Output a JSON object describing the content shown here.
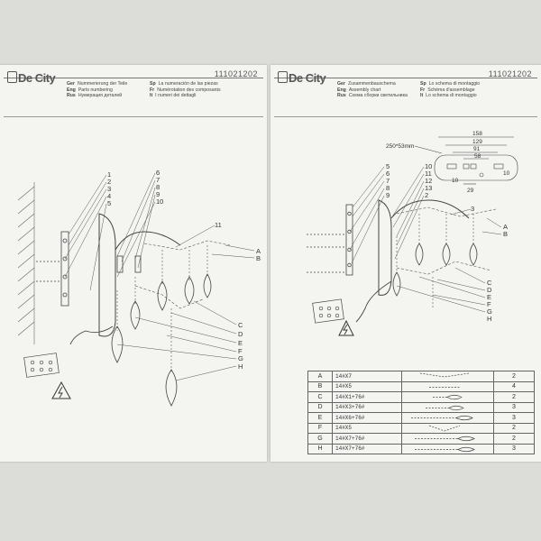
{
  "brand": "De City",
  "doc_number": "111021202",
  "left_sheet": {
    "languages": [
      [
        "Ger",
        "Nummerierung der Teile"
      ],
      [
        "Eng",
        "Parts numbering"
      ],
      [
        "Rus",
        "Нумерация деталей"
      ],
      [
        "Sp",
        "La numeración de las piezas"
      ],
      [
        "Fr",
        "Numérotation des composants"
      ],
      [
        "It",
        "I numeri dei dettagli"
      ]
    ],
    "callouts": [
      "1",
      "2",
      "3",
      "4",
      "5",
      "6",
      "7",
      "8",
      "9",
      "10",
      "11",
      "A",
      "B",
      "C",
      "D",
      "E",
      "F",
      "G",
      "H"
    ]
  },
  "right_sheet": {
    "languages": [
      [
        "Ger",
        "Zusammenbauschema"
      ],
      [
        "Eng",
        "Assembly chart"
      ],
      [
        "Rus",
        "Схема сборки светильника"
      ],
      [
        "Sp",
        "Lo schema di montaggio"
      ],
      [
        "Fr",
        "Schéma d'assemblage"
      ],
      [
        "It",
        "Lo schema di montaggio"
      ]
    ],
    "callouts": [
      "5",
      "6",
      "7",
      "8",
      "9",
      "10",
      "11",
      "12",
      "13",
      "2",
      "3",
      "A",
      "B",
      "C",
      "D",
      "E",
      "F",
      "G",
      "H"
    ],
    "dimensions": {
      "plate": "250*53mm",
      "d1": "158",
      "d2": "129",
      "d3": "91",
      "d4": "58",
      "d5": "10",
      "d6": "10",
      "d7": "29"
    },
    "parts_table": [
      {
        "letter": "A",
        "code": "14#X7",
        "qty": "2"
      },
      {
        "letter": "B",
        "code": "14#X5",
        "qty": "4"
      },
      {
        "letter": "C",
        "code": "14#X1+76#",
        "qty": "2"
      },
      {
        "letter": "D",
        "code": "14#X3+76#",
        "qty": "3"
      },
      {
        "letter": "E",
        "code": "14#X6+76#",
        "qty": "3"
      },
      {
        "letter": "F",
        "code": "14#X5",
        "qty": "2"
      },
      {
        "letter": "G",
        "code": "14#X7+76#",
        "qty": "2"
      },
      {
        "letter": "H",
        "code": "14#X7+76#",
        "qty": "3"
      }
    ]
  },
  "colors": {
    "ink": "#333333",
    "paper": "#f4f4f1",
    "backdrop": "#dcdcd8"
  }
}
